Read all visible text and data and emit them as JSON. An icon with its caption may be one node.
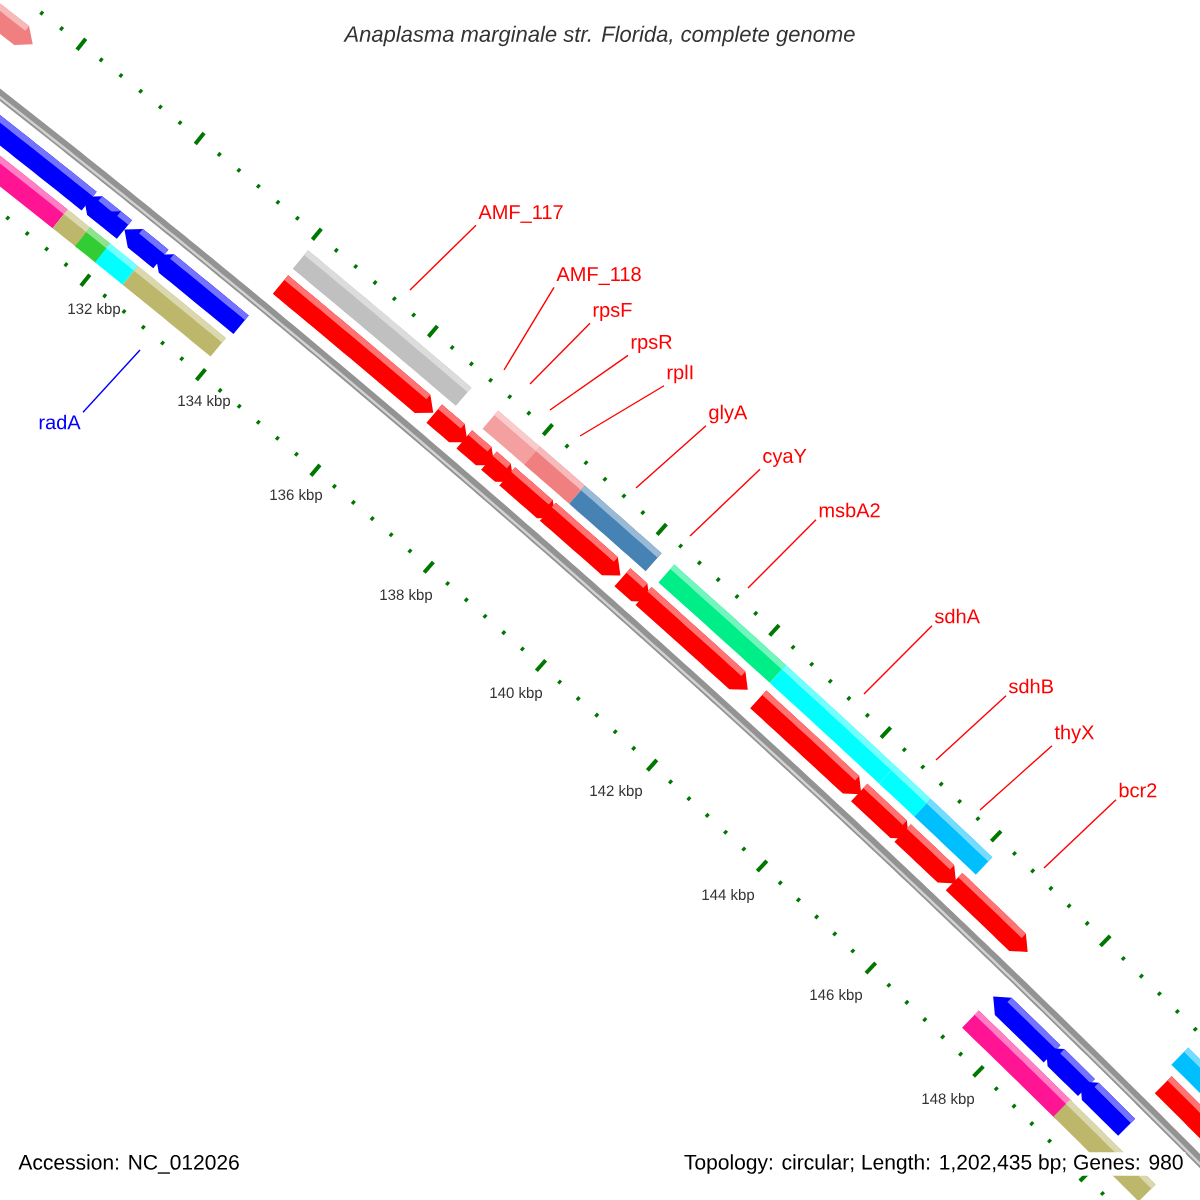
{
  "diagram": {
    "title": "Anaplasma marginale str. Florida, complete genome",
    "nodes": [
      {
        "text": [
          "AMF_117"
        ]
      },
      {
        "text": [
          "AMF_118"
        ]
      },
      {
        "text": [
          "rpsF"
        ]
      },
      {
        "text": [
          "rpsR"
        ]
      },
      {
        "text": [
          "rplI"
        ]
      },
      {
        "text": [
          "glyA"
        ]
      },
      {
        "text": [
          "radA"
        ]
      },
      {
        "text": [
          "cyaY"
        ]
      },
      {
        "text": [
          "msbA2"
        ]
      },
      {
        "text": [
          "sdhA"
        ]
      },
      {
        "text": [
          "sdhB"
        ]
      },
      {
        "text": [
          "thyX"
        ]
      },
      {
        "text": [
          "bcr2"
        ]
      }
    ],
    "edges": [
      {
        "from": 0,
        "to": null,
        "arrow": "none"
      },
      {
        "from": 1,
        "to": null,
        "arrow": "none"
      },
      {
        "from": 2,
        "to": null,
        "arrow": "none"
      },
      {
        "from": 3,
        "to": null,
        "arrow": "none"
      },
      {
        "from": 4,
        "to": null,
        "arrow": "none"
      },
      {
        "from": 5,
        "to": null,
        "arrow": "none"
      },
      {
        "from": 6,
        "to": null,
        "arrow": "none",
        "color": "#0000ff"
      },
      {
        "from": 7,
        "to": null,
        "arrow": "none"
      },
      {
        "from": 8,
        "to": null,
        "arrow": "none"
      },
      {
        "from": 9,
        "to": null,
        "arrow": "none"
      },
      {
        "from": 10,
        "to": null,
        "arrow": "none"
      },
      {
        "from": 11,
        "to": null,
        "arrow": "none"
      },
      {
        "from": 12,
        "to": null,
        "arrow": "none"
      }
    ],
    "labels": [
      "132 kbp",
      "134 kbp",
      "136 kbp",
      "138 kbp",
      "140 kbp",
      "142 kbp",
      "144 kbp",
      "146 kbp",
      "148 kbp",
      "Accession: NC_012026",
      "Topology: circular; Length: 1,202,435 bp; Genes: 980"
    ]
  }
}
